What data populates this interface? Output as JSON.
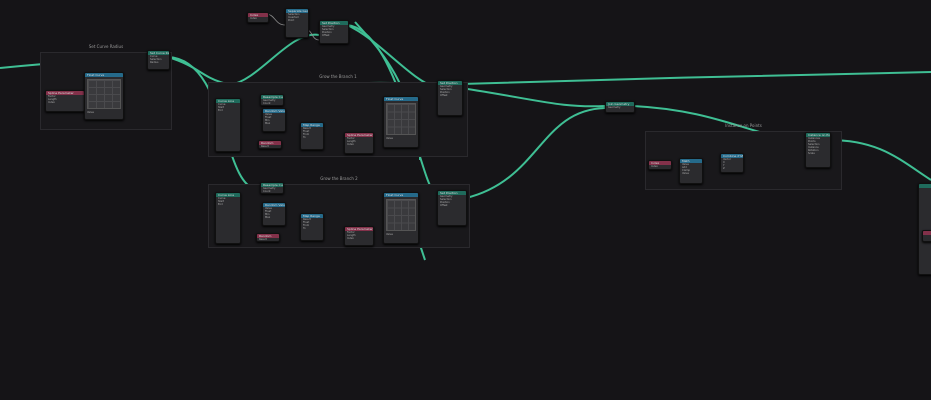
{
  "frames": [
    {
      "label": "Set Curve Radius"
    },
    {
      "label": "Grow the Branch 1"
    },
    {
      "label": "Grow the Branch 2"
    },
    {
      "label": "Instance on Points"
    }
  ],
  "nodes": {
    "spline_param_a": {
      "title": "Spline Parameter",
      "rows": [
        "Factor",
        "Length",
        "Index"
      ]
    },
    "float_curve_a": {
      "title": "Float Curve",
      "rows": [
        "Value"
      ]
    },
    "set_radius": {
      "title": "Set Curve Radius",
      "rows": [
        "Curve",
        "Selection",
        "Radius"
      ]
    },
    "index_top": {
      "title": "Index",
      "rows": [
        "Index"
      ]
    },
    "separate_top": {
      "title": "Separate Geometry",
      "rows": [
        "Selection",
        "Inverted",
        "Point"
      ]
    },
    "transform_top": {
      "title": "Set Position",
      "rows": [
        "Geometry",
        "Selection",
        "Position",
        "Offset"
      ]
    },
    "g1_curve_line": {
      "title": "Curve Line",
      "rows": [
        "Curve",
        "Start",
        "End"
      ]
    },
    "g1_resample": {
      "title": "Resample Curve",
      "rows": [
        "Geometry",
        "Count"
      ]
    },
    "g1_random": {
      "title": "Random Value",
      "rows": [
        "Value",
        "Float",
        "Min",
        "Max"
      ]
    },
    "g1_random_b": {
      "title": "Random",
      "rows": [
        "Result"
      ]
    },
    "g1_map": {
      "title": "Map Range",
      "rows": [
        "Result",
        "Float",
        "From",
        "To"
      ]
    },
    "g1_spline": {
      "title": "Spline Parameter",
      "rows": [
        "Factor",
        "Length",
        "Index"
      ]
    },
    "g1_float_curve": {
      "title": "Float Curve",
      "rows": [
        "Value"
      ]
    },
    "g1_set_pos": {
      "title": "Set Position",
      "rows": [
        "Geometry",
        "Selection",
        "Position",
        "Offset"
      ]
    },
    "g2_curve_line": {
      "title": "Curve Line",
      "rows": [
        "Curve",
        "Start",
        "End"
      ]
    },
    "g2_resample": {
      "title": "Resample Curve",
      "rows": [
        "Geometry",
        "Count"
      ]
    },
    "g2_random": {
      "title": "Random Value",
      "rows": [
        "Value",
        "Float",
        "Min",
        "Max"
      ]
    },
    "g2_random_b": {
      "title": "Random",
      "rows": [
        "Result"
      ]
    },
    "g2_map": {
      "title": "Map Range",
      "rows": [
        "Result",
        "Float",
        "From",
        "To"
      ]
    },
    "g2_spline": {
      "title": "Spline Parameter",
      "rows": [
        "Factor",
        "Length",
        "Index"
      ]
    },
    "g2_float_curve": {
      "title": "Float Curve",
      "rows": [
        "Value"
      ]
    },
    "g2_set_pos": {
      "title": "Set Position",
      "rows": [
        "Geometry",
        "Selection",
        "Position",
        "Offset"
      ]
    },
    "join": {
      "title": "Join Geometry",
      "rows": [
        "Geometry"
      ]
    },
    "r_index": {
      "title": "Index",
      "rows": [
        "Index"
      ]
    },
    "r_math": {
      "title": "Math",
      "rows": [
        "Value",
        "Add",
        "Clamp",
        "Value"
      ]
    },
    "r_combine": {
      "title": "Combine XYZ",
      "rows": [
        "Vector",
        "X",
        "Y",
        "Z"
      ]
    },
    "r_instance": {
      "title": "Instance on Points",
      "rows": [
        "Instances",
        "Points",
        "Selection",
        "Instance",
        "Rotation",
        "Scale"
      ]
    }
  },
  "colors": {
    "geometry_wire": "#3fbf94",
    "float_wire": "#8a8a8a",
    "vector_wire": "#6464c8",
    "geometry_header": "#1f6b5c",
    "converter_header": "#256a8a",
    "input_header": "#83314a"
  }
}
